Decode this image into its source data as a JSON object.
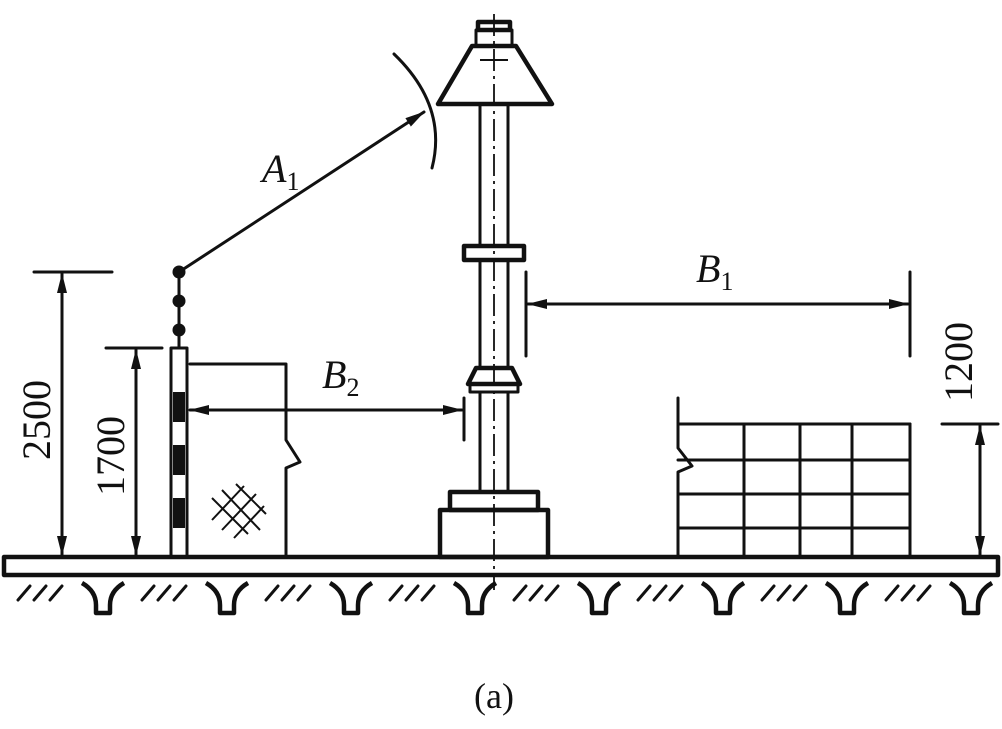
{
  "labels": {
    "a1": {
      "main": "A",
      "sub": "1"
    },
    "b1": {
      "main": "B",
      "sub": "1"
    },
    "b2": {
      "main": "B",
      "sub": "2"
    },
    "dim_2500": "2500",
    "dim_1700": "1700",
    "dim_1200": "1200"
  },
  "caption": "(a)"
}
